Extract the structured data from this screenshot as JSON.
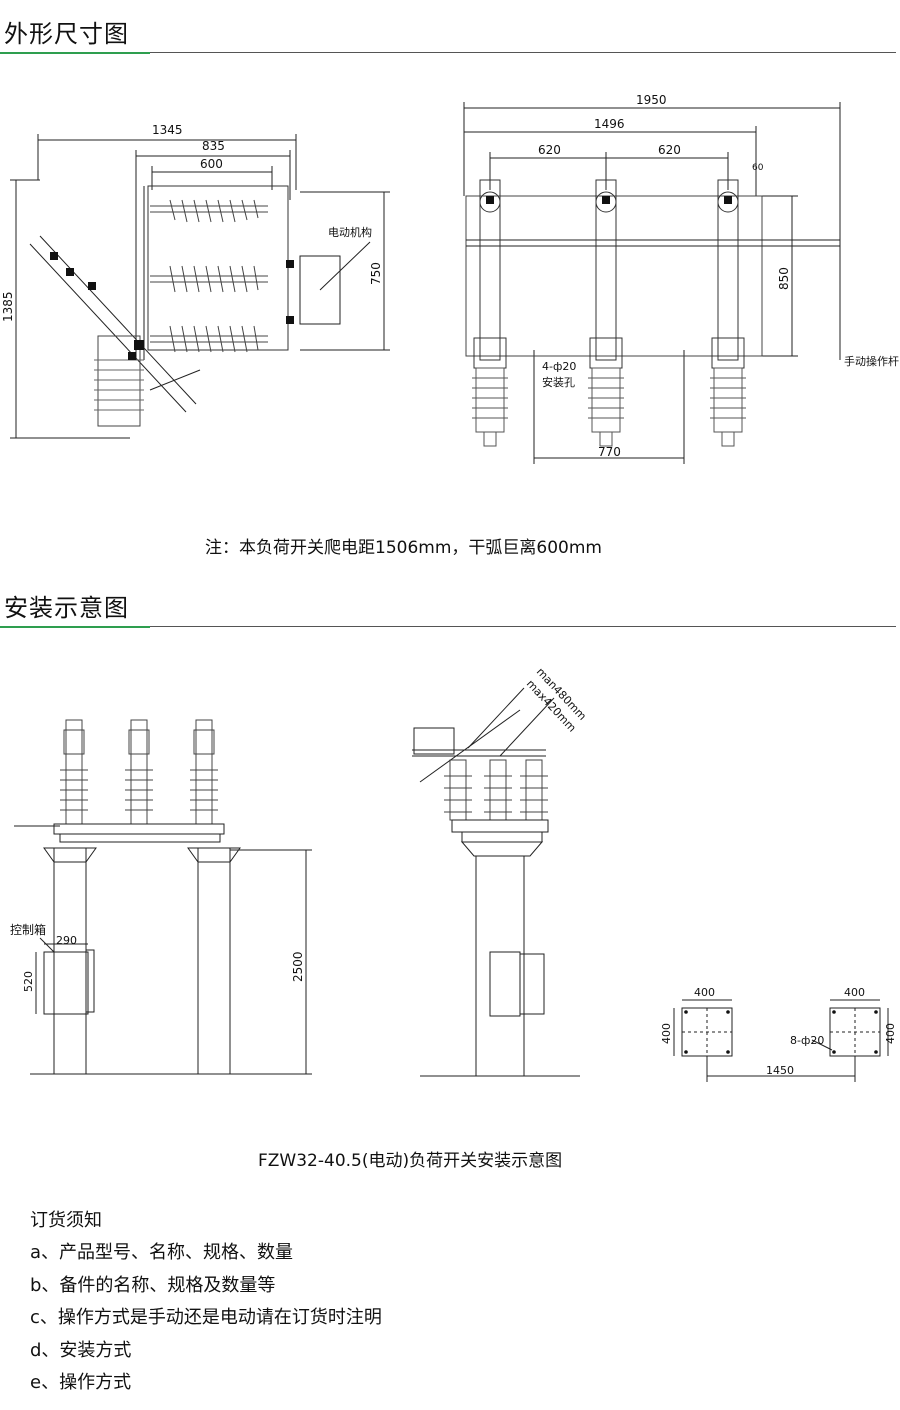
{
  "sections": {
    "dimensions_title": "外形尺寸图",
    "install_title": "安装示意图"
  },
  "dim_labels": {
    "d1345": "1345",
    "d835": "835",
    "d600": "600",
    "d1385": "1385",
    "d750": "750",
    "motor_mech": "电动机构",
    "d1950": "1950",
    "d1496": "1496",
    "d620a": "620",
    "d620b": "620",
    "d850": "850",
    "hole_spec": "4-ф20",
    "mount_hole": "安装孔",
    "d770": "770",
    "d60": "60",
    "manual_rod": "手动操作杆"
  },
  "note": "注：本负荷开关爬电距1506mm，干弧巨离600mm",
  "install_labels": {
    "control_box": "控制箱",
    "d290": "290",
    "d520": "520",
    "d2500": "2500",
    "man480": "man480mm",
    "max420": "max420mm",
    "f400a": "400",
    "f400b": "400",
    "f400c": "400",
    "f400d": "400",
    "f1450": "1450",
    "f_hole": "8-ф20"
  },
  "install_caption": "FZW32-40.5(电动)负荷开关安装示意图",
  "order": {
    "title": "订货须知",
    "items": [
      "a、产品型号、名称、规格、数量",
      "b、备件的名称、规格及数量等",
      "c、操作方式是手动还是电动请在订货时注明",
      "d、安装方式",
      "e、操作方式"
    ]
  },
  "colors": {
    "accent_green": "#2e9e4f",
    "rule_gray": "#555555",
    "line_dark": "#222222"
  }
}
